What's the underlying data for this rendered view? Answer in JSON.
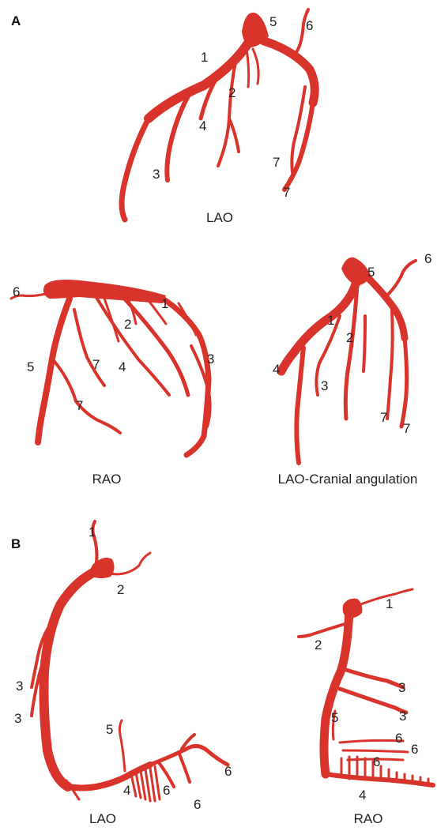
{
  "colors": {
    "vessel": "#d9342b",
    "text": "#222222"
  },
  "panels": [
    {
      "letter": "A",
      "views": [
        {
          "caption": "LAO",
          "labels": [
            "1",
            "2",
            "3",
            "4",
            "5",
            "6",
            "7",
            "7"
          ]
        },
        {
          "caption": "RAO",
          "labels": [
            "1",
            "2",
            "3",
            "4",
            "5",
            "6",
            "7",
            "7"
          ]
        },
        {
          "caption": "LAO-Cranial angulation",
          "labels": [
            "1",
            "2",
            "3",
            "4",
            "5",
            "6",
            "7",
            "7"
          ]
        }
      ]
    },
    {
      "letter": "B",
      "views": [
        {
          "caption": "LAO",
          "labels": [
            "1",
            "2",
            "3",
            "3",
            "4",
            "5",
            "6",
            "6",
            "6"
          ]
        },
        {
          "caption": "RAO",
          "labels": [
            "1",
            "2",
            "3",
            "3",
            "4",
            "5",
            "6",
            "6",
            "6"
          ]
        }
      ]
    }
  ]
}
